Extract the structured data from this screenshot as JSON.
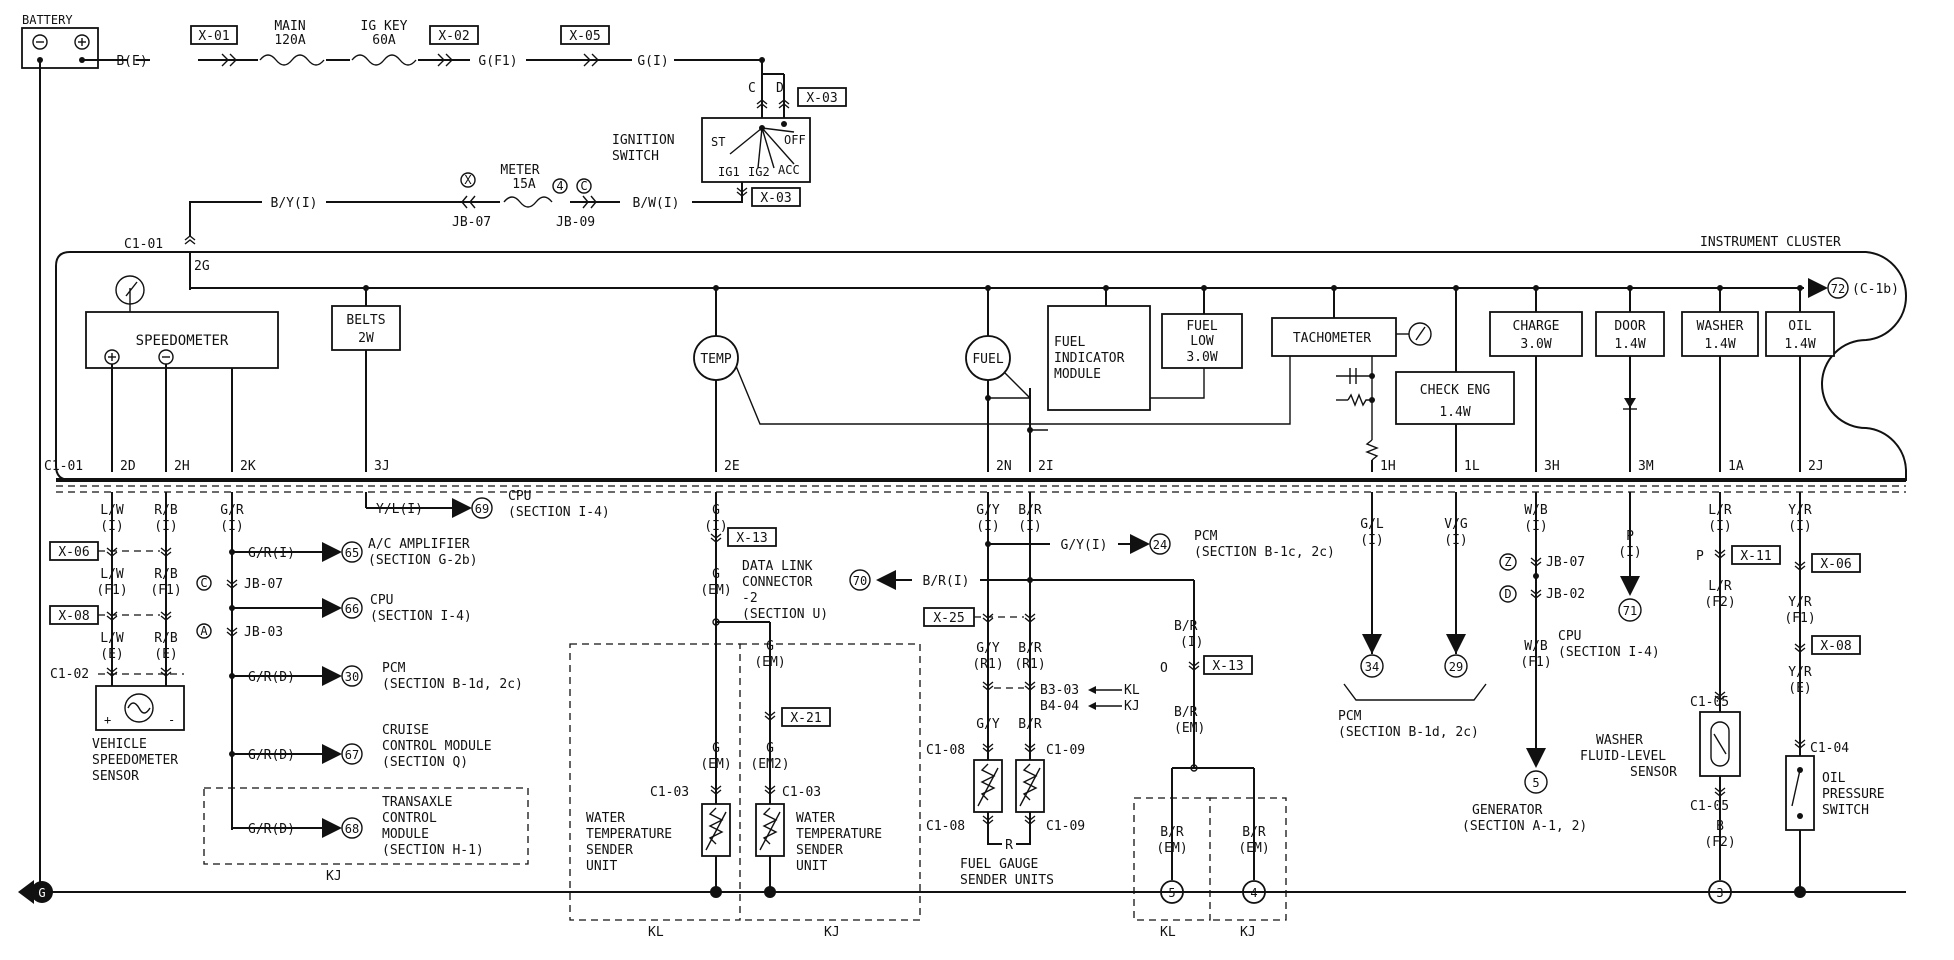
{
  "top": {
    "battery": "BATTERY",
    "wire_be": "B(E)",
    "conn_x01": "X-01",
    "fuse_main": "MAIN",
    "fuse_main_rating": "120A",
    "fuse_igkey": "IG KEY",
    "fuse_igkey_rating": "60A",
    "conn_x02": "X-02",
    "wire_gf1": "G(F1)",
    "conn_x05": "X-05",
    "wire_gi": "G(I)",
    "ign_c": "C",
    "ign_d": "D",
    "conn_x03_top": "X-03",
    "ignition_switch_1": "IGNITION",
    "ignition_switch_2": "SWITCH",
    "ign_st": "ST",
    "ign_off": "OFF",
    "ign_ig1": "IG1",
    "ign_ig2": "IG2",
    "ign_acc": "ACC",
    "conn_x03_bot": "X-03",
    "wire_byi": "B/Y(I)",
    "fuse_meter": "METER",
    "fuse_meter_rating": "15A",
    "jb_x_mark": "X",
    "jb_4_mark": "4",
    "jb_c_mark": "C",
    "jb07": "JB-07",
    "jb09": "JB-09",
    "wire_bwi": "B/W(I)",
    "c101_top": "C1-01",
    "pin_2g": "2G",
    "instrument_cluster": "INSTRUMENT CLUSTER",
    "off_page_72": "72",
    "off_page_72_ref": "(C-1b)"
  },
  "cluster": {
    "speedometer": "SPEEDOMETER",
    "belts": "BELTS",
    "belts_w": "2W",
    "temp": "TEMP",
    "fuel": "FUEL",
    "fim_1": "FUEL",
    "fim_2": "INDICATOR",
    "fim_3": "MODULE",
    "fuel_low_1": "FUEL",
    "fuel_low_2": "LOW",
    "fuel_low_w": "3.0W",
    "tachometer": "TACHOMETER",
    "check_eng": "CHECK ENG",
    "check_eng_w": "1.4W",
    "charge": "CHARGE",
    "charge_w": "3.0W",
    "door": "DOOR",
    "door_w": "1.4W",
    "washer": "WASHER",
    "washer_w": "1.4W",
    "oil": "OIL",
    "oil_w": "1.4W",
    "pins": [
      "2D",
      "2H",
      "2K",
      "3J",
      "2E",
      "2N",
      "2I",
      "1H",
      "1L",
      "3H",
      "3M",
      "1A",
      "2J"
    ],
    "c101_bottom": "C1-01"
  },
  "left": {
    "lw_i_1": "L/W",
    "lw_i_2": "(I)",
    "rb_i_1": "R/B",
    "rb_i_2": "(I)",
    "gr_i_1": "G/R",
    "gr_i_2": "(I)",
    "x06": "X-06",
    "lw_f1_1": "L/W",
    "lw_f1_2": "(F1)",
    "rb_f1_1": "R/B",
    "rb_f1_2": "(F1)",
    "mark_c": "C",
    "x08": "X-08",
    "lw_e_1": "L/W",
    "lw_e_2": "(E)",
    "rb_e_1": "R/B",
    "rb_e_2": "(E)",
    "mark_a": "A",
    "c102": "C1-02",
    "vss_1": "VEHICLE",
    "vss_2": "SPEEDOMETER",
    "vss_3": "SENSOR",
    "jb07": "JB-07",
    "jb03": "JB-03",
    "gri_amp": "G/R(I)",
    "n65": "65",
    "ac_amp_1": "A/C AMPLIFIER",
    "ac_amp_2": "(SECTION G-2b)",
    "n66": "66",
    "cpu_1": "CPU",
    "cpu_2": "(SECTION I-4)",
    "grd_30": "G/R(D)",
    "n30": "30",
    "pcm_1": "PCM",
    "pcm_2": "(SECTION B-1d, 2c)",
    "grd_67": "G/R(D)",
    "n67": "67",
    "cruise_1": "CRUISE",
    "cruise_2": "CONTROL MODULE",
    "cruise_3": "(SECTION Q)",
    "grd_68": "G/R(D)",
    "n68": "68",
    "tcm_1": "TRANSAXLE",
    "tcm_2": "CONTROL",
    "tcm_3": "MODULE",
    "tcm_4": "(SECTION H-1)",
    "kj": "KJ"
  },
  "middle": {
    "yli": "Y/L(I)",
    "n69": "69",
    "cpu69_1": "CPU",
    "cpu69_2": "(SECTION I-4)",
    "g_i_1": "G",
    "g_i_2": "(I)",
    "x13": "X-13",
    "g_em_1": "G",
    "g_em_2": "(EM)",
    "dlc_1": "DATA LINK",
    "dlc_2": "CONNECTOR",
    "dlc_3": "-2",
    "dlc_4": "(SECTION U)",
    "n70": "70",
    "bri_70": "B/R(I)",
    "g_em_r_1": "G",
    "g_em_r_2": "(EM)",
    "x21": "X-21",
    "g_em2_1": "G",
    "g_em2_2": "(EM2)",
    "g_em_l_1": "G",
    "g_em_l_2": "(EM)",
    "c103_l": "C1-03",
    "c103_r": "C1-03",
    "wts_1": "WATER",
    "wts_2": "TEMPERATURE",
    "wts_3": "SENDER",
    "wts_4": "UNIT",
    "kl": "KL",
    "kj": "KJ"
  },
  "fuel": {
    "gy_i_1": "G/Y",
    "gy_i_2": "(I)",
    "br_i_1": "B/R",
    "br_i_2": "(I)",
    "gyi": "G/Y(I)",
    "n24": "24",
    "pcm24_1": "PCM",
    "pcm24_2": "(SECTION B-1c, 2c)",
    "x25": "X-25",
    "gy_r1_1": "G/Y",
    "gy_r1_2": "(R1)",
    "br_r1_1": "B/R",
    "br_r1_2": "(R1)",
    "b303": "B3-03",
    "b404": "B4-04",
    "kl": "KL",
    "kj": "KJ",
    "gy": "G/Y",
    "br": "B/R",
    "c108_t": "C1-08",
    "c109_t": "C1-09",
    "c108_b": "C1-08",
    "c109_b": "C1-09",
    "r": "R",
    "fgs_1": "FUEL GAUGE",
    "fgs_2": "SENDER UNITS",
    "br_i_r_1": "B/R",
    "br_i_r_2": "(I)",
    "o_mark": "O",
    "x13": "X-13",
    "br_em_1": "B/R",
    "br_em_2": "(EM)",
    "br_em_l_1": "B/R",
    "br_em_l_2": "(EM)",
    "br_em_r_1": "B/R",
    "br_em_r_2": "(EM)",
    "g5": "5",
    "g4": "4",
    "kl2": "KL",
    "kj2": "KJ"
  },
  "right": {
    "gl_1": "G/L",
    "gl_2": "(I)",
    "vg_1": "V/G",
    "vg_2": "(I)",
    "n34": "34",
    "n29": "29",
    "pcm_1": "PCM",
    "pcm_2": "(SECTION B-1d, 2c)",
    "wb_i_1": "W/B",
    "wb_i_2": "(I)",
    "mark_z": "Z",
    "jb07": "JB-07",
    "mark_d": "D",
    "jb02": "JB-02",
    "cpu_1": "CPU",
    "cpu_2": "(SECTION I-4)",
    "wb_f1_1": "W/B",
    "wb_f1_2": "(F1)",
    "n5": "5",
    "gen_1": "GENERATOR",
    "gen_2": "(SECTION A-1, 2)",
    "p_1": "P",
    "p_2": "(I)",
    "n71": "71",
    "lr_i_1": "L/R",
    "lr_i_2": "(I)",
    "p_mark": "P",
    "x11": "X-11",
    "lr_f2_1": "L/R",
    "lr_f2_2": "(F2)",
    "c105_t": "C1-05",
    "c105_b": "C1-05",
    "washer_1": "WASHER",
    "washer_2": "FLUID-LEVEL",
    "washer_3": "SENSOR",
    "b_f2_1": "B",
    "b_f2_2": "(F2)",
    "g3": "3",
    "yr_i_1": "Y/R",
    "yr_i_2": "(I)",
    "x06": "X-06",
    "yr_f1_1": "Y/R",
    "yr_f1_2": "(F1)",
    "x08": "X-08",
    "yr_e_1": "Y/R",
    "yr_e_2": "(E)",
    "c104": "C1-04",
    "oil_1": "OIL",
    "oil_2": "PRESSURE",
    "oil_3": "SWITCH",
    "ground": "G"
  }
}
